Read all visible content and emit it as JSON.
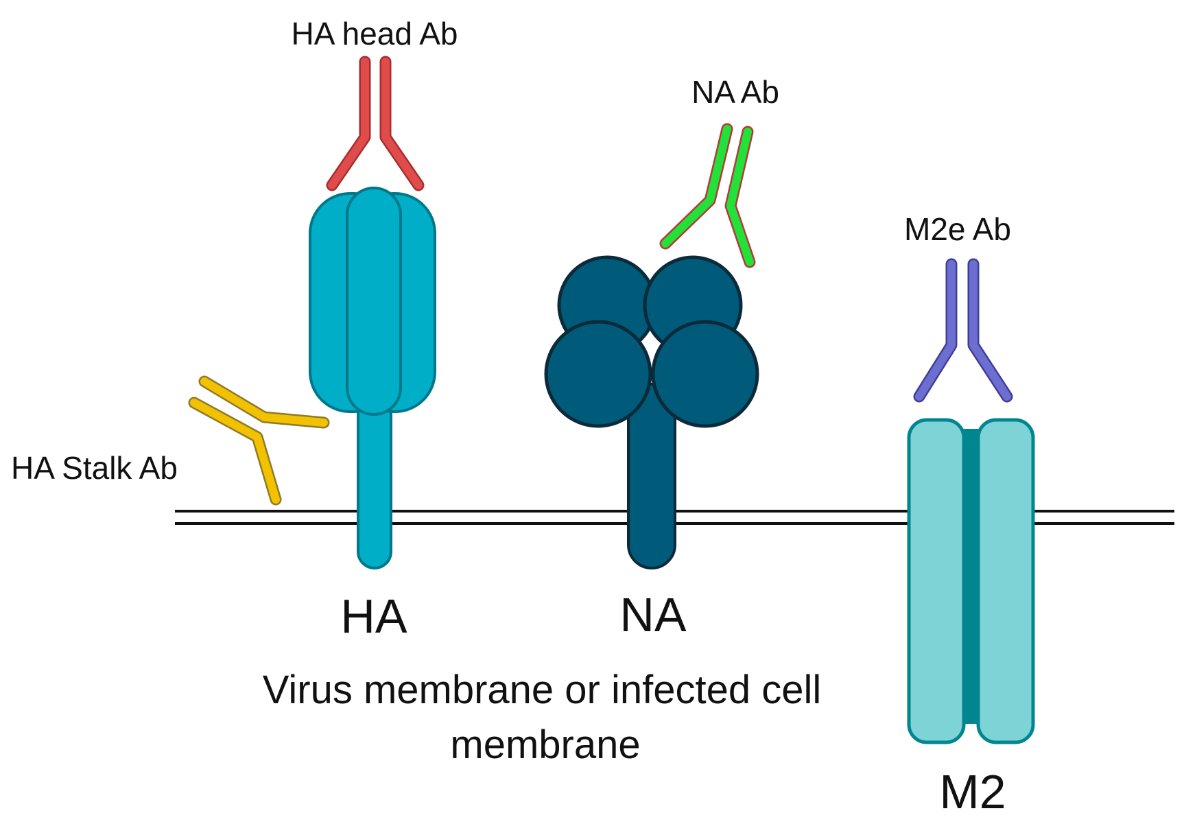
{
  "labels": {
    "ha_head_ab": "HA head Ab",
    "na_ab": "NA Ab",
    "m2e_ab": "M2e Ab",
    "ha_stalk_ab": "HA Stalk Ab",
    "ha": "HA",
    "na": "NA",
    "m2": "M2",
    "membrane_line1": "Virus membrane or infected cell",
    "membrane_line2": "membrane"
  },
  "colors": {
    "ha_protein": "#00AEC7",
    "ha_outline": "#00788A",
    "na_protein": "#005A7A",
    "na_outline": "#0B2A3A",
    "m2_protein": "#7DD3D6",
    "m2_outline": "#00868F",
    "ha_head_ab": "#E04B4B",
    "na_ab": "#22E23A",
    "m2e_ab": "#6C6FD0",
    "ha_stalk_ab": "#F2C200",
    "membrane": "#111111"
  }
}
